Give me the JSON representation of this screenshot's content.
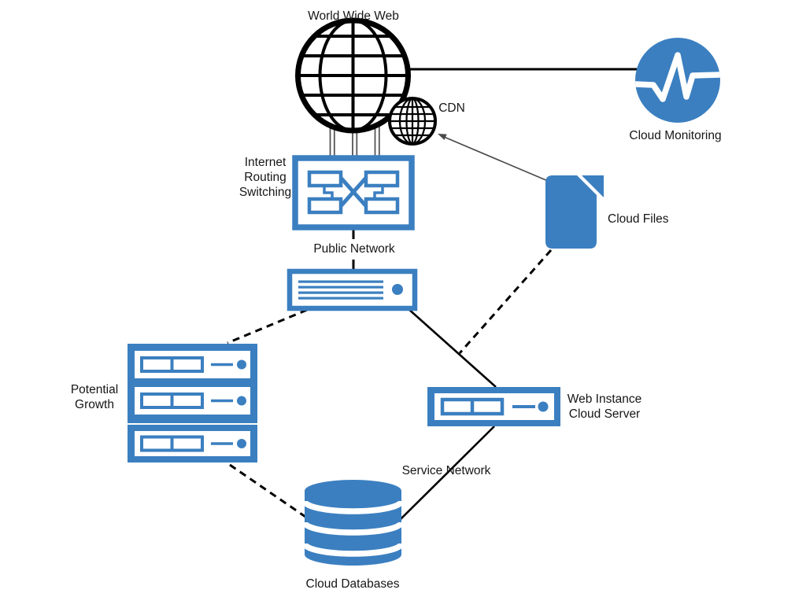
{
  "diagram_type": "cloud-network-architecture",
  "colors": {
    "node_blue": "#3b7fc0",
    "line_black": "#000000",
    "pipe_gray": "#555555",
    "arrow_gray": "#4a4a4a",
    "background": "#ffffff"
  },
  "labels": {
    "world_wide_web": "World Wide Web",
    "cdn": "CDN",
    "cloud_monitoring": "Cloud Monitoring",
    "internet_routing_switching": [
      "Internet",
      "Routing",
      "Switching"
    ],
    "public_network": "Public Network",
    "cloud_files": "Cloud Files",
    "potential_growth": [
      "Potential",
      "Growth"
    ],
    "web_instance_cloud_server": [
      "Web Instance",
      "Cloud Server"
    ],
    "service_network": "Service Network",
    "cloud_databases": "Cloud Databases"
  },
  "icons": [
    "globe-icon",
    "small-globe-icon",
    "pulse-monitor-icon",
    "routing-switch-icon",
    "rack-switch-icon",
    "server-stack-icon",
    "server-unit-icon",
    "database-cylinder-icon",
    "document-file-icon"
  ],
  "connections": [
    {
      "from": "world_wide_web",
      "to": "cloud_monitoring",
      "style": "solid"
    },
    {
      "from": "world_wide_web",
      "to": "internet_routing_switching",
      "style": "triple-pipes"
    },
    {
      "from": "internet_routing_switching",
      "to": "public_network_switch",
      "style": "solid",
      "label": "Public Network"
    },
    {
      "from": "public_network_switch",
      "to": "web_instance_cloud_server",
      "style": "solid"
    },
    {
      "from": "public_network_switch",
      "to": "potential_growth",
      "style": "dashed"
    },
    {
      "from": "potential_growth",
      "to": "cloud_databases",
      "style": "dashed"
    },
    {
      "from": "web_instance_cloud_server",
      "to": "cloud_databases",
      "style": "solid",
      "label": "Service Network"
    },
    {
      "from": "cloud_files",
      "to": "cdn",
      "style": "thin-arrow"
    },
    {
      "from": "cloud_files",
      "to": "edge_public_network_to_web_instance",
      "style": "dashed"
    }
  ]
}
